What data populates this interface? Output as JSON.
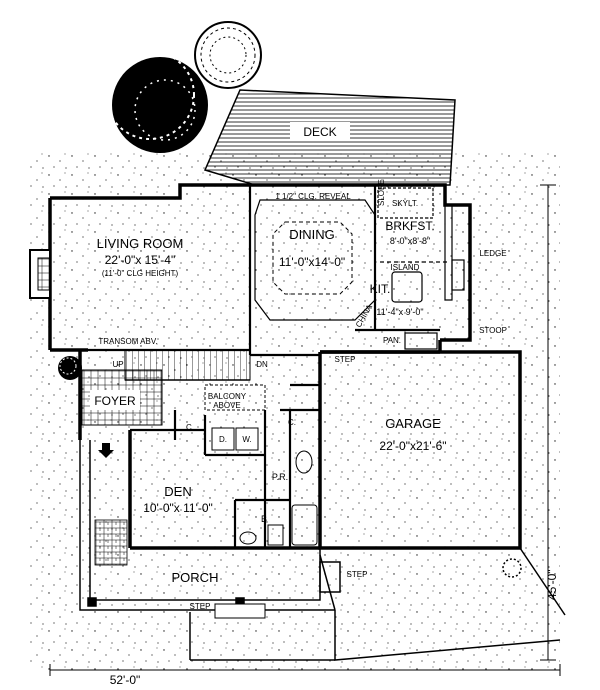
{
  "plan": {
    "rooms": {
      "living": {
        "name": "LIVING ROOM",
        "size": "22'-0\"x 15'-4\"",
        "note": "(11'-0\" CLG HEIGHT)"
      },
      "dining": {
        "name": "DINING",
        "size": "11'-0\"x14'-0\""
      },
      "brkfst": {
        "name": "BRKFST.",
        "size": "8'-0\"x8'-8\""
      },
      "kit": {
        "name": "KIT.",
        "size": "11'-4\"x 9'-0\""
      },
      "garage": {
        "name": "GARAGE",
        "size": "22'-0\"x21'-6\""
      },
      "den": {
        "name": "DEN",
        "size": "10'-0\"x 11'-0\""
      },
      "deck": {
        "name": "DECK"
      },
      "porch": {
        "name": "PORCH"
      },
      "foyer": {
        "name": "FOYER"
      }
    },
    "labels": {
      "clg_reveal": "1 1/2\" CLG. REVEAL",
      "skylt": "SKYLT.",
      "slope": "SLOPE",
      "island": "ISLAND",
      "ledge": "LEDGE",
      "stoop": "STOOP",
      "china": "CHINA",
      "pan": "PAN.",
      "step_garage": "STEP",
      "step_porch": "STEP",
      "step_front": "STEP",
      "transom": "TRANSOM ABV.",
      "up": "UP",
      "dn": "DN",
      "balcony": "BALCONY",
      "above": "ABOVE",
      "closet1": "C.",
      "closet2": "C.",
      "dryer": "D.",
      "washer": "W.",
      "powder": "P.R.",
      "bath": "B"
    },
    "dimensions": {
      "width": "52'-0\"",
      "depth": "45'-0\""
    }
  }
}
